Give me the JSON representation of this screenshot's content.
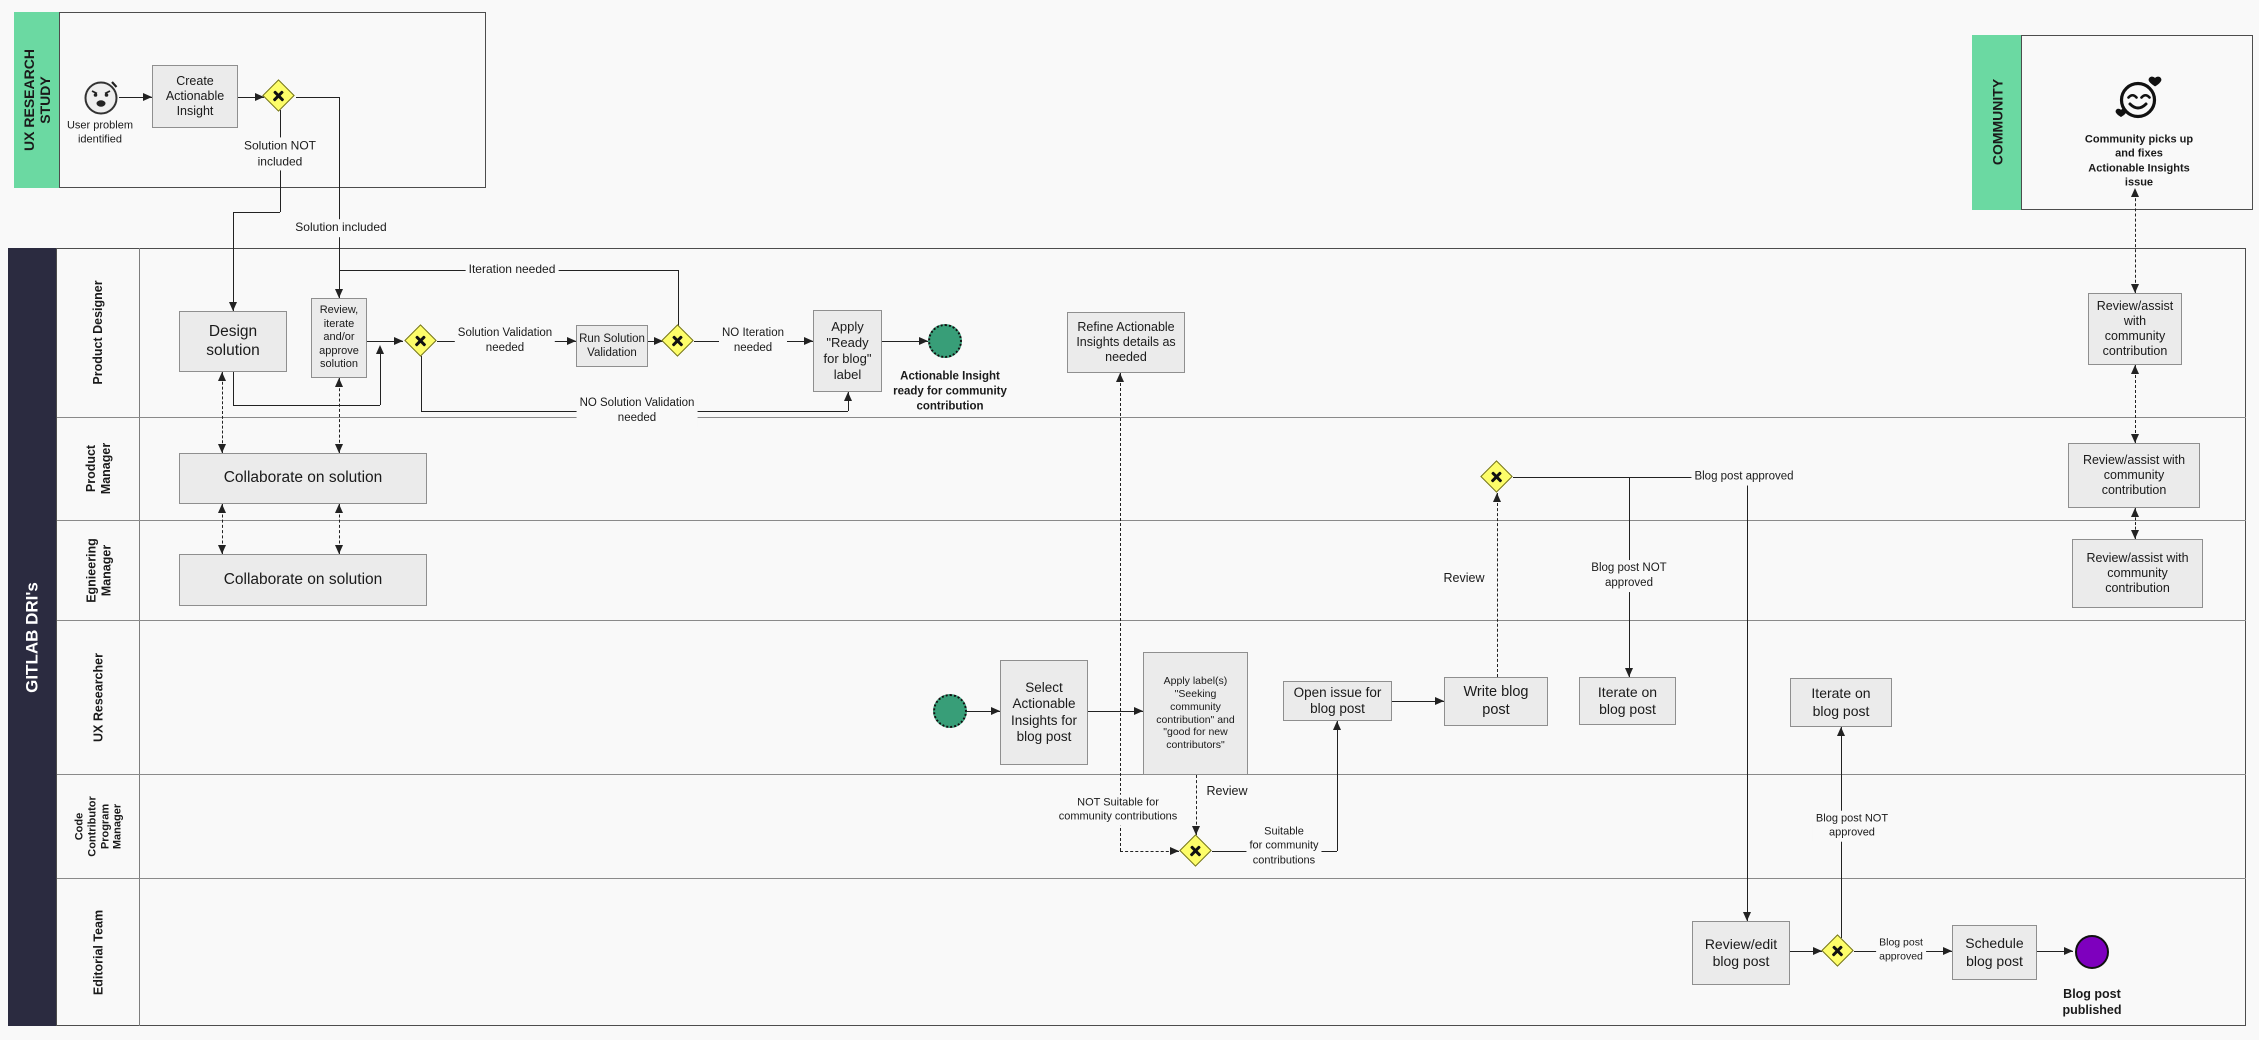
{
  "pools": {
    "ux_research_study": {
      "title": "UX RESEARCH\nSTUDY"
    },
    "community": {
      "title": "COMMUNITY",
      "note": "Community picks up and fixes\nActionable Insights issue"
    },
    "gitlab_dris": {
      "title": "GITLAB DRI's",
      "lanes": [
        "Product Designer",
        "Product\nManager",
        "Egnieering\nManager",
        "UX Researcher",
        "Code\nContributor\nProgram\nManager",
        "Editorial Team"
      ]
    }
  },
  "nodes": {
    "create_insight": "Create\nActionable\nInsight",
    "design_solution": "Design\nsolution",
    "review_iterate": "Review,\niterate\nand/or\napprove\nsolution",
    "run_validation": "Run Solution\nValidation",
    "apply_ready": "Apply\n\"Ready\nfor blog\"\nlabel",
    "refine_insights": "Refine Actionable\nInsights details as\nneeded",
    "review_assist_pd": "Review/assist\nwith\ncommunity\ncontribution",
    "collab_pm": "Collaborate on solution",
    "review_assist_pm": "Review/assist with\ncommunity\ncontribution",
    "collab_em": "Collaborate on solution",
    "review_assist_em": "Review/assist with\ncommunity\ncontribution",
    "select_insights": "Select\nActionable\nInsights for\nblog post",
    "apply_labels": "Apply label(s)\n\"Seeking\ncommunity\ncontribution\" and\n\"good for new\ncontributors\"",
    "open_issue": "Open issue for\nblog post",
    "write_blog": "Write blog\npost",
    "iterate_blog_1": "Iterate on\nblog post",
    "iterate_blog_2": "Iterate on\nblog post",
    "review_edit": "Review/edit\nblog post",
    "schedule_blog": "Schedule\nblog post"
  },
  "events": {
    "user_problem_label": "User problem\nidentified",
    "insight_ready_label": "Actionable Insight\nready for community\ncontribution",
    "blog_published_label": "Blog post\npublished"
  },
  "edge_labels": {
    "solution_not_included": "Solution NOT\nincluded",
    "solution_included": "Solution included",
    "iteration_needed": "Iteration needed",
    "solution_validation_needed": "Solution Validation\nneeded",
    "no_solution_validation_needed": "NO Solution Validation\nneeded",
    "no_iteration_needed": "NO Iteration\nneeded",
    "review_write": "Review",
    "review_apply": "Review",
    "blog_post_approved_pm": "Blog post approved",
    "blog_post_not_approved_pm": "Blog post NOT\napproved",
    "not_suitable": "NOT Suitable for\ncommunity contributions",
    "suitable": "Suitable\nfor community\ncontributions",
    "blog_post_not_approved_ed": "Blog post NOT\napproved",
    "blog_post_approved_ed": "Blog post\napproved"
  },
  "colors": {
    "lane_header_green": "#6bd9a2",
    "pool_header_navy": "#2b2b40",
    "gateway_yellow": "#fdfd69",
    "event_teal": "#389e78",
    "event_purple": "#7e00be",
    "task_fill": "#ebebeb",
    "canvas": "#f9f9f9"
  }
}
